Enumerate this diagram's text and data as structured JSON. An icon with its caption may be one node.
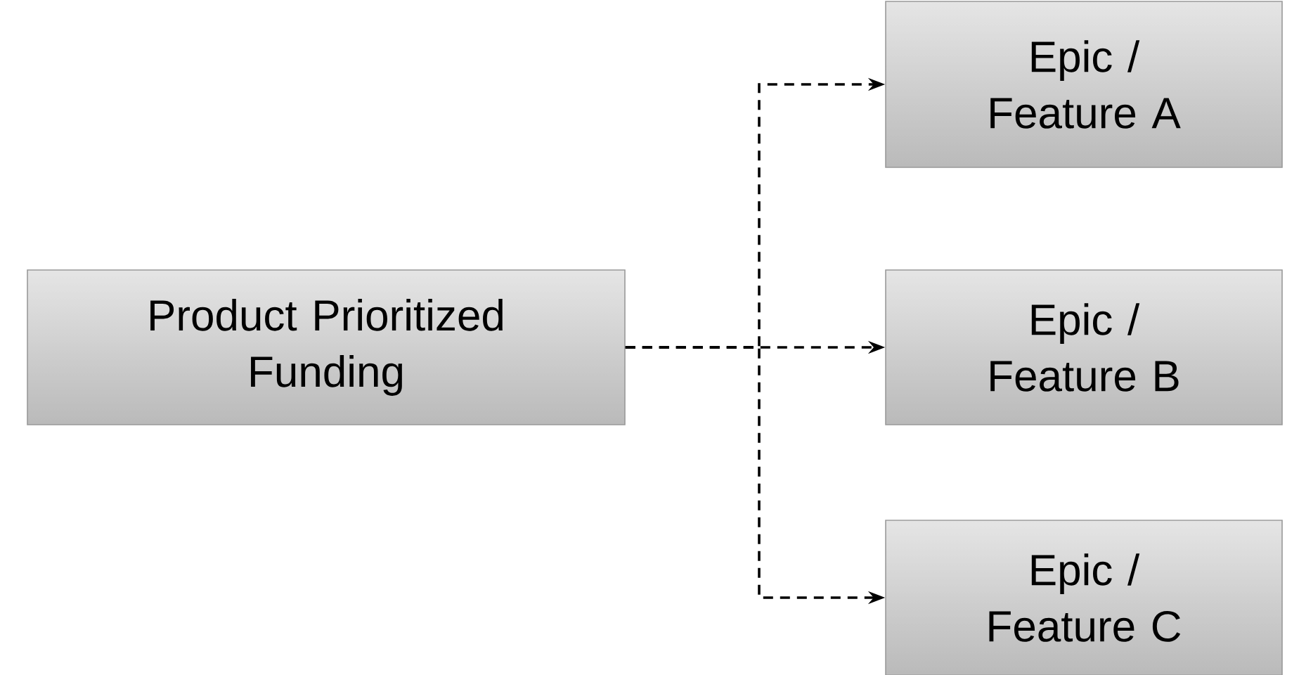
{
  "diagram": {
    "nodes": [
      {
        "text": [
          "Product Prioritized Funding"
        ]
      },
      {
        "text": [
          "Epic / Feature A"
        ]
      },
      {
        "text": [
          "Epic / Feature B"
        ]
      },
      {
        "text": [
          "Epic / Feature C"
        ]
      }
    ],
    "edges": [
      {
        "from": 0,
        "to": 1,
        "arrow": "to",
        "style": "dashed"
      },
      {
        "from": 0,
        "to": 2,
        "arrow": "to",
        "style": "dashed"
      },
      {
        "from": 0,
        "to": 3,
        "arrow": "to",
        "style": "dashed"
      }
    ]
  }
}
